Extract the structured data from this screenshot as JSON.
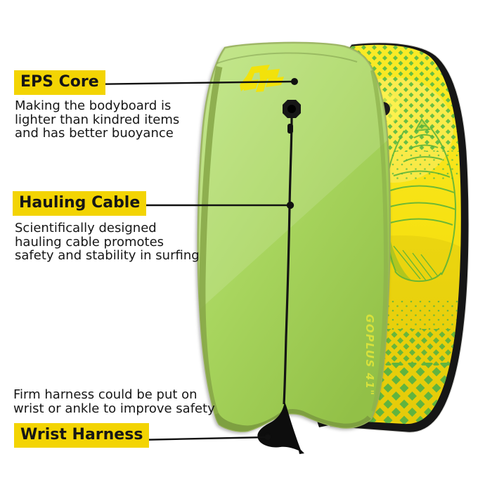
{
  "colors": {
    "label_highlight": "#F3D403",
    "body_text": "#161616",
    "board_green": "#A6D35C",
    "board_green_light": "#B9E27B",
    "board_green_dark": "#7C9D40",
    "board_rim": "#8FAC52",
    "board_yellow": "#F6DF10",
    "board_yellow_light": "#F9EA28",
    "pattern_green": "#5FBC45",
    "shell_green": "#56B23A",
    "rail_black": "#161616",
    "logo_yellow": "#F2E20B",
    "brand_text_color": "#DFE53A",
    "line_black": "#111111"
  },
  "annotations": {
    "eps_core": {
      "label": "EPS Core",
      "lines": [
        "Making the bodyboard is",
        "lighter than kindred items",
        "and has better buoyance"
      ]
    },
    "hauling_cable": {
      "label": "Hauling Cable",
      "lines": [
        "Scientifically designed",
        "hauling cable promotes",
        "safety and stability in surfing"
      ]
    },
    "wrist_harness": {
      "label": "Wrist Harness",
      "lines": [
        "Firm harness could be put on",
        "wrist or ankle to improve safety"
      ]
    }
  },
  "board": {
    "brand_text": "GOPLUS 41\""
  }
}
